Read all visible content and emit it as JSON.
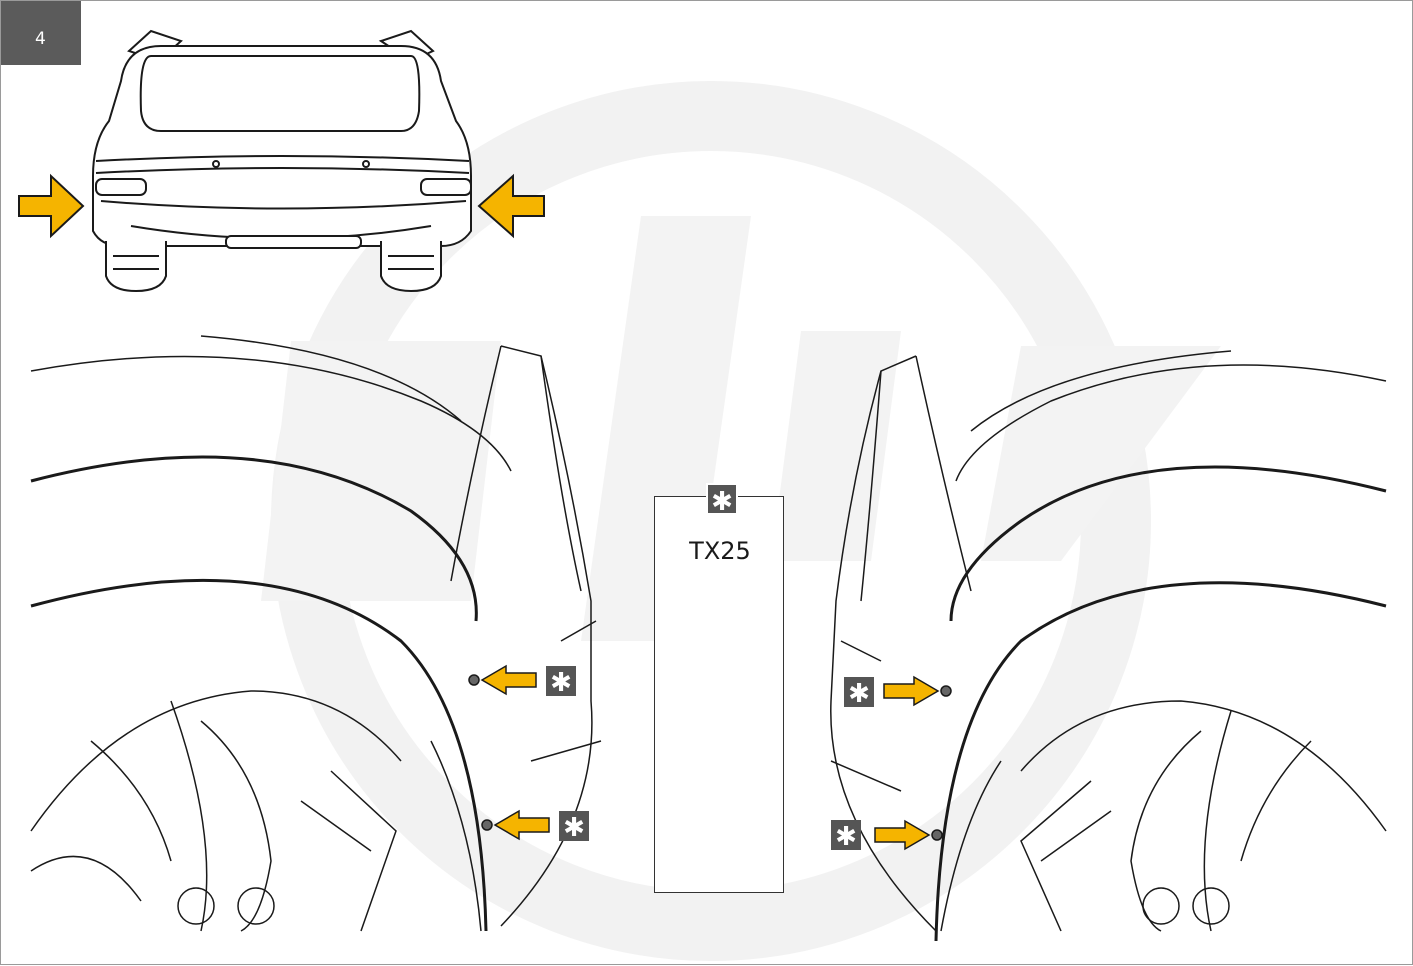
{
  "step": {
    "number": "4"
  },
  "tool": {
    "label": "TX25",
    "marker_symbol": "✱",
    "icons": [
      "torx-star-icon",
      "ratchet-wrench-icon",
      "torx-bit-socket-icon"
    ]
  },
  "markers": {
    "symbol": "✱",
    "count": 5
  },
  "colors": {
    "arrow_fill": "#f5b400",
    "arrow_stroke": "#1a1a1a",
    "marker_bg": "#555555",
    "badge_bg": "#5b5b5b",
    "watermark": "#f2f2f2",
    "line": "#1a1a1a"
  }
}
